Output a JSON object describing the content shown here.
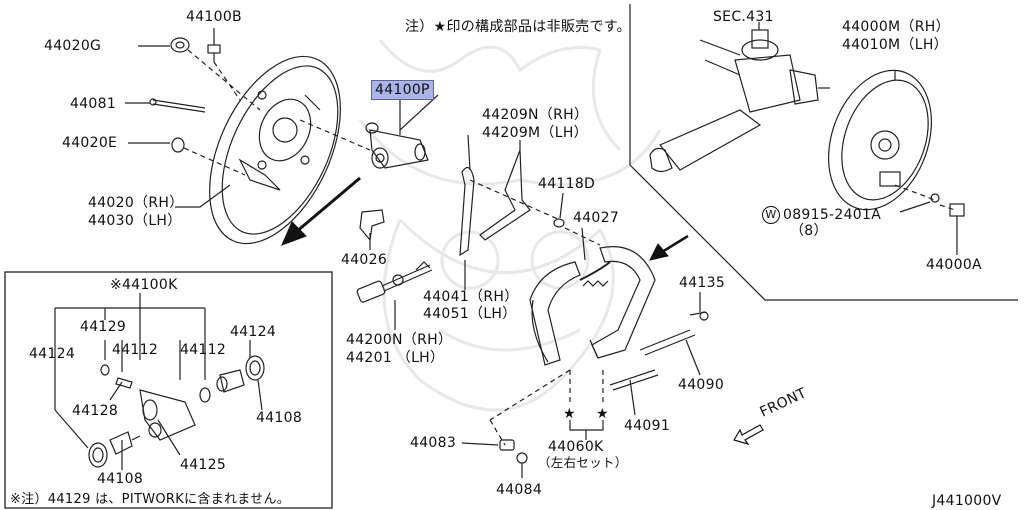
{
  "note_top": "注）★印の構成部品は非販売です。",
  "note_bottom": "※注）44129 は、PITWORKに含まれません。",
  "diagram_id": "J441000V",
  "front_label": "FRONT",
  "highlight_color": "#aab4e8",
  "labels": {
    "p44100b": "44100B",
    "p44020g": "44020G",
    "p44081": "44081",
    "p44020e": "44020E",
    "p44020": "44020（RH）",
    "p44030": "44030（LH）",
    "p44100p": "44100P",
    "p44209n": "44209N（RH）",
    "p44209m": "44209M（LH）",
    "p44118d": "44118D",
    "p44027": "44027",
    "p44026": "44026",
    "p44041": "44041（RH）",
    "p44051": "44051（LH）",
    "p44200n": "44200N（RH）",
    "p44201": "44201 （LH）",
    "p44135": "44135",
    "p44090": "44090",
    "p44091": "44091",
    "p44083": "44083",
    "p44084": "44084",
    "p44060k": "44060K",
    "p44060k_sub": "（左右セット）",
    "sec431": "SEC.431",
    "p44000m": "44000M（RH）",
    "p44010m": "44010M（LH）",
    "p08915": "08915-2401A",
    "p08915_qty": "（8）",
    "w_symbol": "W",
    "p44000a": "44000A",
    "p44100k": "※44100K",
    "k44129": "44129",
    "k44124a": "44124",
    "k44124b": "44124",
    "k44112a": "44112",
    "k44112b": "44112",
    "k44128": "44128",
    "k44108a": "44108",
    "k44108b": "44108",
    "k44125": "44125"
  }
}
